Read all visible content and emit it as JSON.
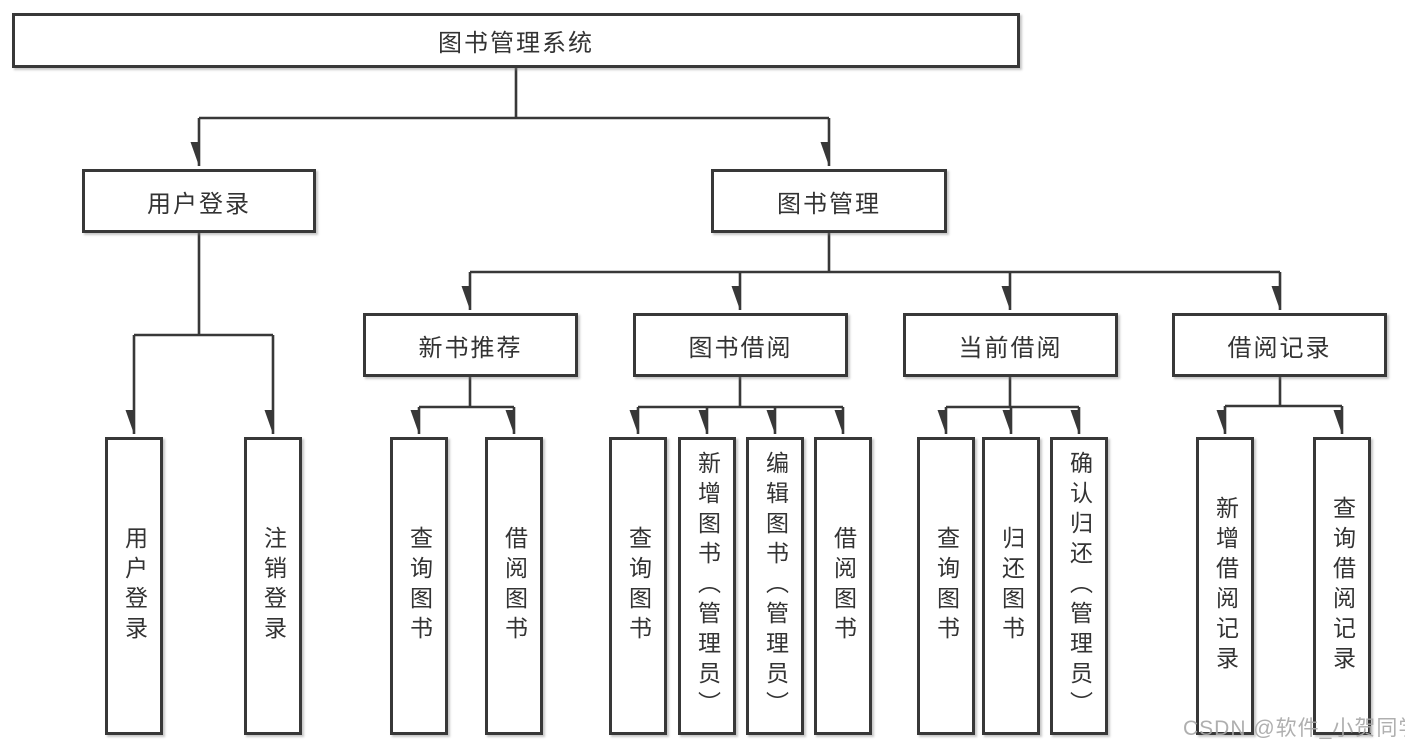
{
  "title": "图书管理系统",
  "watermark": "CSDN @软件_小贺同学",
  "colors": {
    "line": "#383838",
    "border": "#383838",
    "text": "#333333",
    "background": "#ffffff",
    "watermark": "#a8a8a8"
  },
  "tree": {
    "label": "图书管理系统",
    "children": [
      {
        "label": "用户登录",
        "children": [
          {
            "label": "用户登录"
          },
          {
            "label": "注销登录"
          }
        ]
      },
      {
        "label": "图书管理",
        "children": [
          {
            "label": "新书推荐",
            "children": [
              {
                "label": "查询图书"
              },
              {
                "label": "借阅图书"
              }
            ]
          },
          {
            "label": "图书借阅",
            "children": [
              {
                "label": "查询图书"
              },
              {
                "label": "新增图书（管理员）"
              },
              {
                "label": "编辑图书（管理员）"
              },
              {
                "label": "借阅图书"
              }
            ]
          },
          {
            "label": "当前借阅",
            "children": [
              {
                "label": "查询图书"
              },
              {
                "label": "归还图书"
              },
              {
                "label": "确认归还（管理员）"
              }
            ]
          },
          {
            "label": "借阅记录",
            "children": [
              {
                "label": "新增借阅记录"
              },
              {
                "label": "查询借阅记录"
              }
            ]
          }
        ]
      }
    ]
  }
}
